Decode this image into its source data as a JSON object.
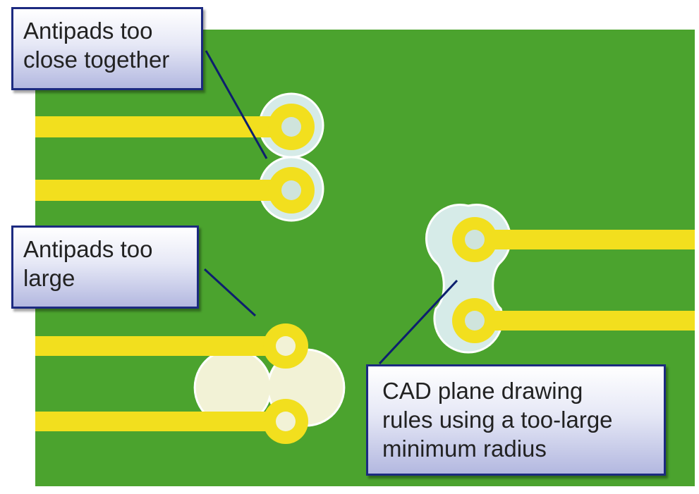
{
  "callouts": {
    "close_together": "Antipads too\nclose together",
    "too_large": "Antipads too\nlarge",
    "cad_rules": "CAD plane drawing\nrules using a too-large\nminimum radius"
  },
  "colors": {
    "board": "#4ba32e",
    "trace": "#f2df1e",
    "via_hole": "#cfe4dc",
    "antipad_small": "#d6ebe8",
    "antipad_large": "#f2f2d6",
    "antipad_outline": "#ffffff",
    "callout_border": "#1c2a80",
    "leader_line": "#0d1f6e"
  }
}
